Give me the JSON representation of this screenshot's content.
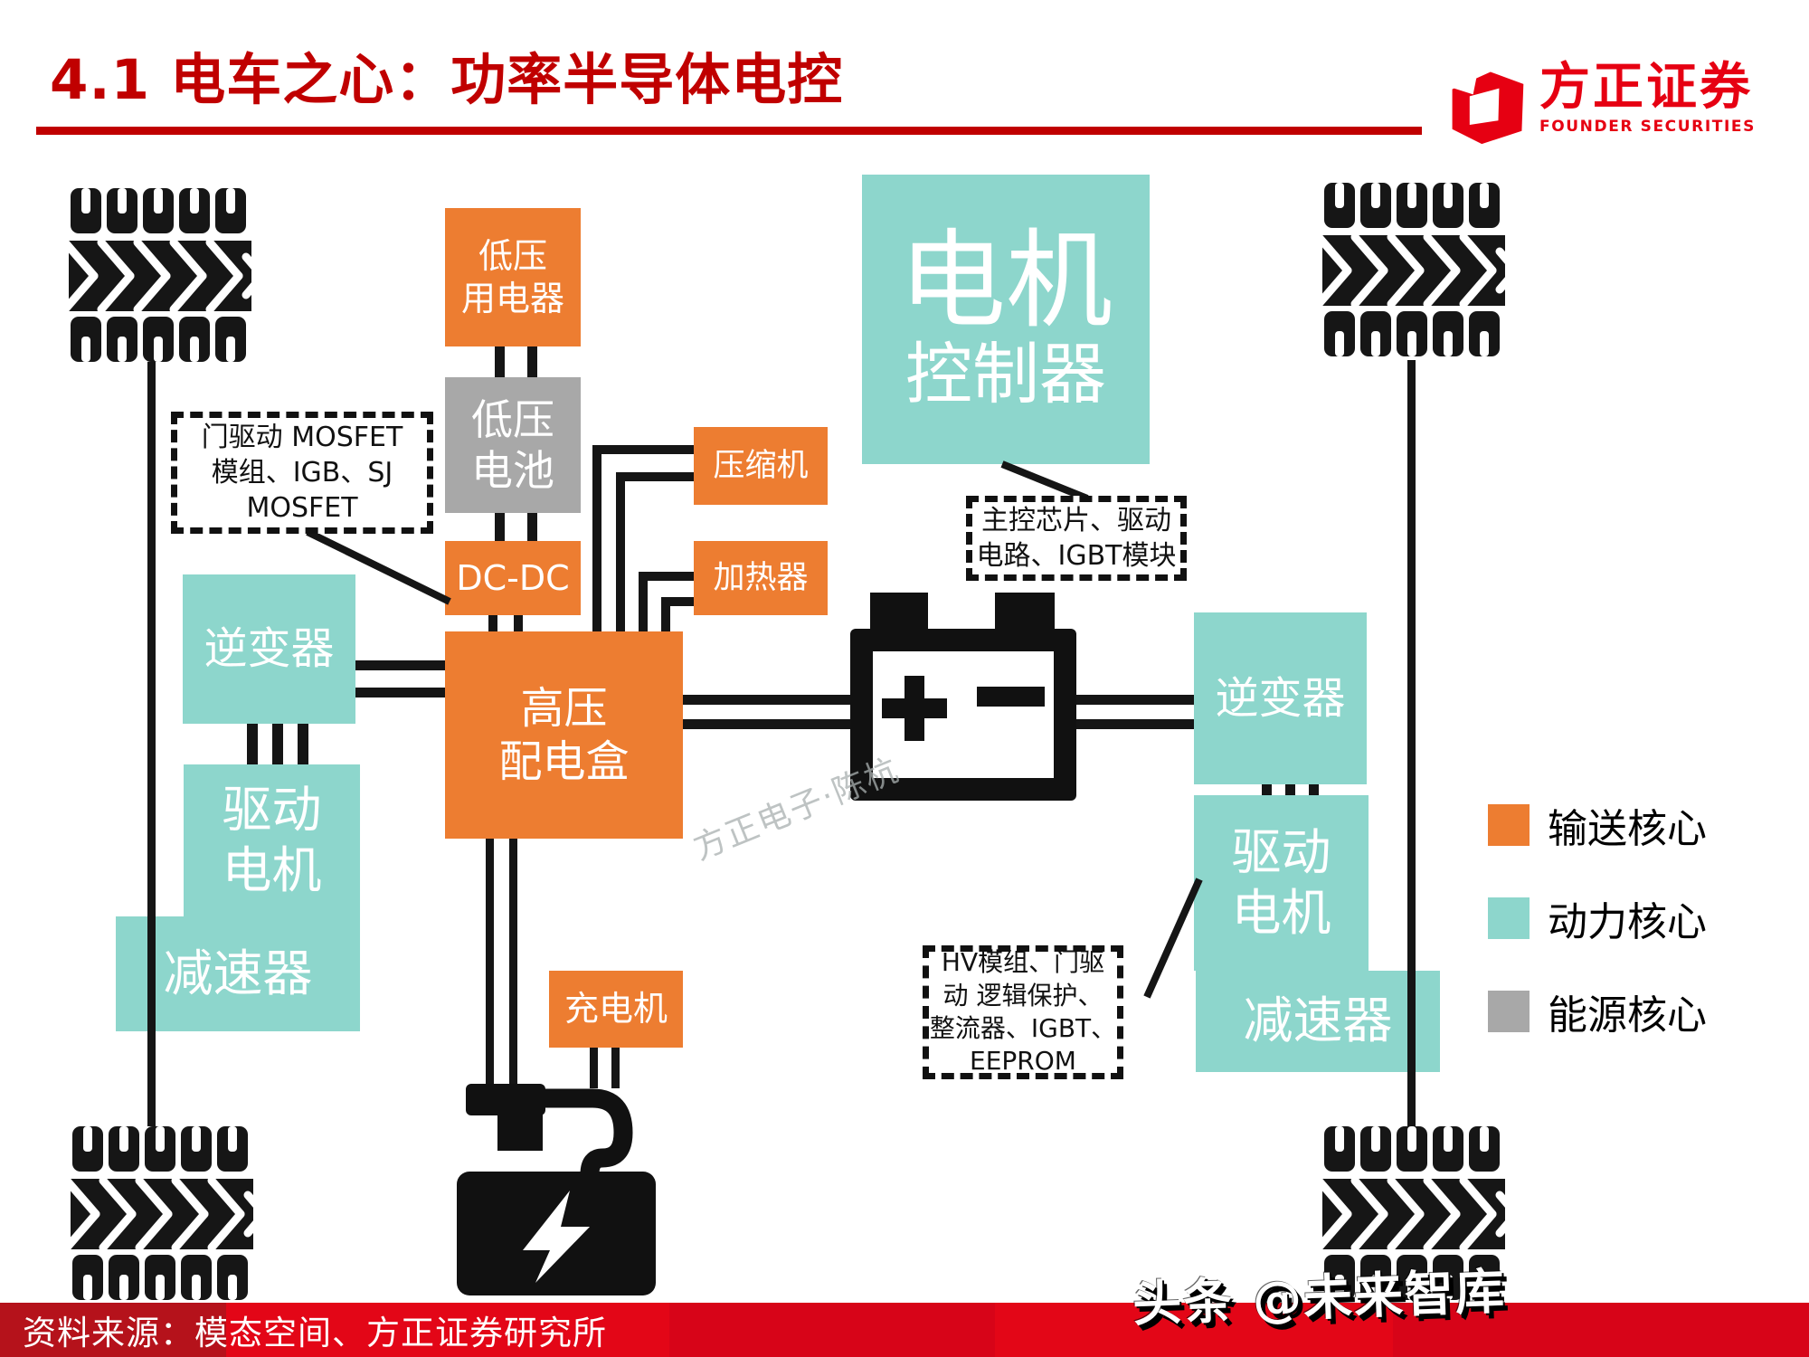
{
  "colors": {
    "orange": "#ED7D31",
    "teal": "#8DD6CC",
    "gray": "#A8A8A8",
    "red": "#C00000",
    "logo-red": "#E60012",
    "line": "#151515",
    "bar-red": "#E2000F",
    "bar-red-dark": "#B5121B"
  },
  "header": {
    "title": "4.1 电车之心：功率半导体电控",
    "logo_name": "方正证券",
    "logo_sub": "FOUNDER SECURITIES"
  },
  "diagram": {
    "boxes": {
      "lv_consumer": "低压\n用电器",
      "lv_battery": "低压\n电池",
      "dcdc": "DC-DC",
      "hv_dist": "高压\n配电盒",
      "charger": "充电机",
      "compressor": "压缩机",
      "heater": "加热器",
      "mcu_line1": "电机",
      "mcu_line2": "控制器",
      "inverter_left": "逆变器",
      "inverter_right": "逆变器",
      "motor_left": "驱动\n电机",
      "motor_right": "驱动\n电机",
      "reducer_left": "减速器",
      "reducer_right": "减速器"
    },
    "notes": {
      "gate_driver": "门驱动  MOSFET\n模组、IGB、SJ\nMOSFET",
      "mcu_parts": "主控芯片、驱动\n电路、IGBT模块",
      "hv_parts": "HV模组、门驱\n动  逻辑保护、\n整流器、IGBT、\nEEPROM"
    }
  },
  "legend": [
    {
      "label": "输送核心",
      "color": "#ED7D31"
    },
    {
      "label": "动力核心",
      "color": "#8DD6CC"
    },
    {
      "label": "能源核心",
      "color": "#A8A8A8"
    }
  ],
  "watermarks": {
    "center": "方正电子·陈杭",
    "bottom_right": "头条 @未来智库"
  },
  "footer": {
    "source": "资料来源：模态空间、方正证券研究所"
  }
}
